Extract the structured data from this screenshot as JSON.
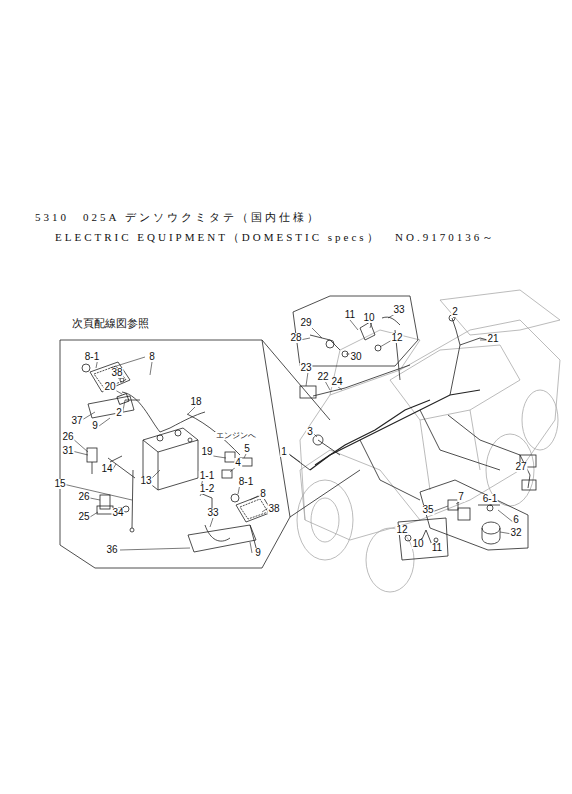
{
  "diagram": {
    "title": "5310　025A デンソウクミタテ（国内仕様）",
    "labels": [
      "ELECTRIC EQUIPMENT（DOMESTIC specs）",
      "NO.9170136～",
      "次頁配線図参照",
      "8-1",
      "8",
      "38",
      "20",
      "37",
      "9",
      "2",
      "18",
      "26",
      "31",
      "エンジンへ",
      "5",
      "19",
      "14",
      "4",
      "15",
      "13",
      "1-1",
      "1-2",
      "26",
      "34",
      "25",
      "8-1",
      "8",
      "38",
      "33",
      "36",
      "9",
      "29",
      "11",
      "10",
      "33",
      "28",
      "12",
      "30",
      "2",
      "21",
      "23",
      "22",
      "24",
      "3",
      "1",
      "27",
      "7",
      "35",
      "6-1",
      "6",
      "32",
      "12",
      "10",
      "11"
    ]
  }
}
